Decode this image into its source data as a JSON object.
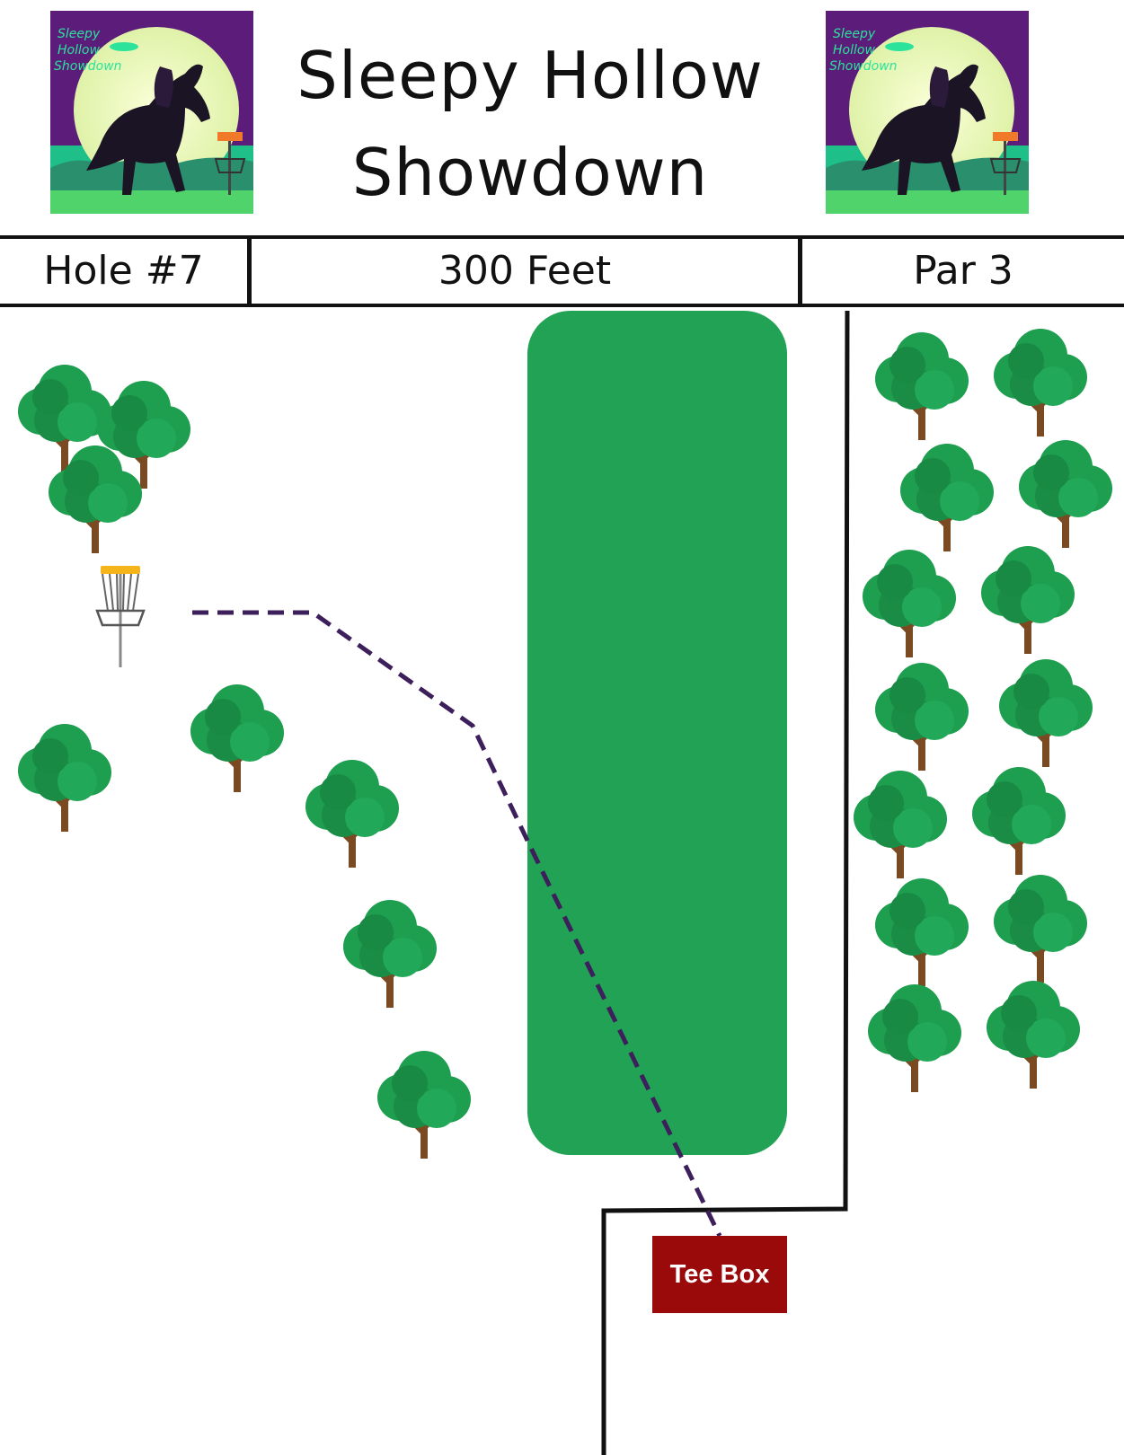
{
  "header": {
    "title_line1": "Sleepy Hollow",
    "title_line2": "Showdown",
    "logo_text": "Sleepy Hollow Showdown",
    "logo_icon": "headless-horseman-disc-golf-logo"
  },
  "info": {
    "hole": "Hole #7",
    "distance": "300 Feet",
    "par": "Par 3"
  },
  "map": {
    "tee_label": "Tee Box",
    "basket_icon": "disc-golf-basket-icon",
    "tree_icon": "tree-icon",
    "colors": {
      "fairway": "#21a255",
      "tee_box": "#9b0a0a",
      "flight_path": "#3d1f5c",
      "tree_leaves": "#1e9e4f",
      "tree_trunk": "#7a4b22",
      "basket_top": "#f5b41a"
    }
  }
}
